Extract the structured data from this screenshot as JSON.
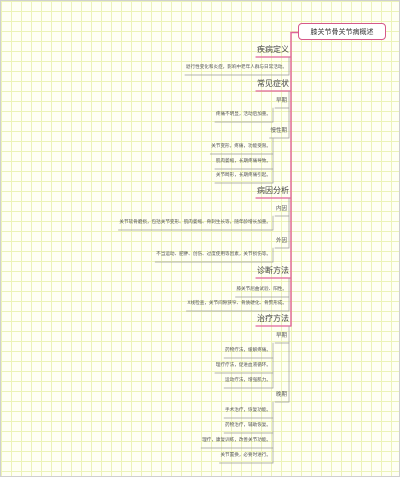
{
  "root": "膝关节骨关节病概述",
  "branches": [
    {
      "title": "疾病定义",
      "leaves": [
        "退行性变化和炎症，影响中老年人群与日常活动。"
      ]
    },
    {
      "title": "常见症状",
      "groups": [
        {
          "title": "早期",
          "leaves": [
            "疼痛不明显，活动后加重。"
          ]
        },
        {
          "title": "慢性期",
          "leaves": [
            "关节变形，疼痛，功能受限。",
            "肌肉萎缩，长期疼痛导致。",
            "关节畸形，长期疼痛引起。"
          ]
        }
      ]
    },
    {
      "title": "病因分析",
      "groups": [
        {
          "title": "内因",
          "leaves": [
            "关节软骨磨损，包括关节变形、肌肉萎缩、骨刺生长等，随年龄增长加重。"
          ]
        },
        {
          "title": "外因",
          "leaves": [
            "不当运动、肥胖、创伤、过度使用等因素，关节损伤等。"
          ]
        }
      ]
    },
    {
      "title": "诊断方法",
      "leaves": [
        "膝关节屈曲试验、阳性。",
        "X线检查，关节间隙狭窄、骨质硬化、骨赘形成。"
      ]
    },
    {
      "title": "治疗方法",
      "groups": [
        {
          "title": "早期",
          "leaves": [
            "药物疗法，缓解疼痛。",
            "理疗疗法，促进血液循环。",
            "运动疗法，增强肌力。"
          ]
        },
        {
          "title": "晚期",
          "leaves": [
            "手术治疗，恢复功能。",
            "药物治疗，辅助恢复。",
            "理疗，康复训练，改善关节功能。",
            "关节置换，必要时进行。"
          ]
        }
      ]
    }
  ]
}
